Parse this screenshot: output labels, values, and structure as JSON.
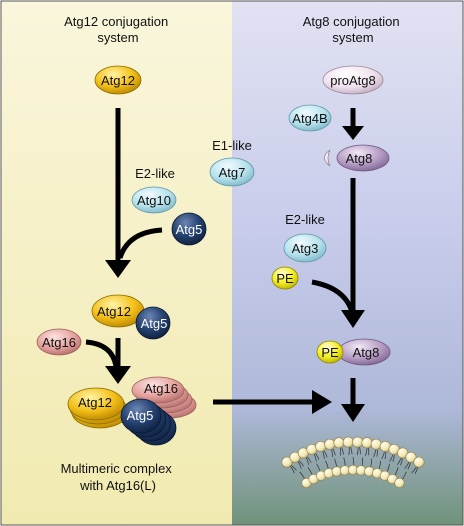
{
  "panels": {
    "left_title": [
      "Atg12 conjugation",
      "system"
    ],
    "right_title": [
      "Atg8 conjugation",
      "system"
    ]
  },
  "labels": {
    "e2_like_left": "E2-like",
    "e1_like": "E1-like",
    "e2_like_right": "E2-like",
    "complex": [
      "Multimeric complex",
      "with Atg16(L)"
    ]
  },
  "molecules": {
    "atg12_top": "Atg12",
    "atg10": "Atg10",
    "atg5_top": "Atg5",
    "atg7": "Atg7",
    "pro_atg8": "proAtg8",
    "atg4b": "Atg4B",
    "atg8_cleaved": "Atg8",
    "atg3": "Atg3",
    "pe_free": "PE",
    "atg12_conj": "Atg12",
    "atg5_conj": "Atg5",
    "atg16": "Atg16",
    "atg12_complex": "Atg12",
    "atg16_complex": "Atg16",
    "atg5_complex": "Atg5",
    "pe_conj": "PE",
    "atg8_conj": "Atg8"
  },
  "colors": {
    "left_panel": "#f7f3cf",
    "right_panel": "#c9cdea",
    "right_panel_bottom": "#7e9e82",
    "atg12": "#f2be12",
    "atg5": "#233d66",
    "light_blue": "#b3e0ec",
    "atg16": "#e6a5a2",
    "atg8": "#b49ac2",
    "pro_atg8": "#efe2ee",
    "pe": "#f3ee1c",
    "arrow": "#000000"
  }
}
